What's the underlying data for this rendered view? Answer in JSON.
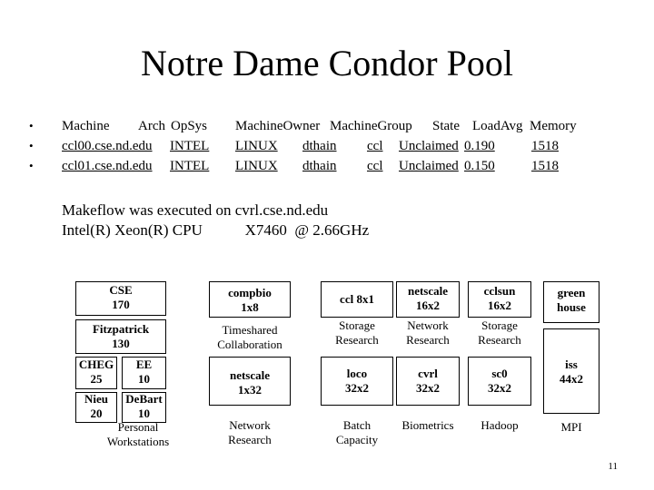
{
  "title": "Notre Dame Condor Pool",
  "bullet_char": "•",
  "table": {
    "headers": {
      "machine": "Machine",
      "arch": "Arch",
      "opsys": "OpSys",
      "machine_owner": "MachineOwner",
      "machine_group": "MachineGroup",
      "state": "State",
      "load_avg": "LoadAvg",
      "memory": "Memory"
    },
    "rows": [
      {
        "machine": "ccl00.cse.nd.edu",
        "arch": "INTEL",
        "opsys": "LINUX",
        "owner": "dthain",
        "group": "ccl",
        "state": "Unclaimed",
        "load": "0.190",
        "memory": "1518"
      },
      {
        "machine": "ccl01.cse.nd.edu",
        "arch": "INTEL",
        "opsys": "LINUX",
        "owner": "dthain",
        "group": "ccl",
        "state": "Unclaimed",
        "load": "0.150",
        "memory": "1518"
      }
    ]
  },
  "makeflow_line1": "Makeflow was executed on cvrl.cse.nd.edu",
  "makeflow_line2": "Intel(R) Xeon(R) CPU           X7460  @ 2.66GHz",
  "workstations": {
    "cse": "CSE\n170",
    "fitzpatrick": "Fitzpatrick\n130",
    "cheg": "CHEG\n25",
    "ee": "EE\n10",
    "nieu": "Nieu\n20",
    "debart": "DeBart\n10",
    "caption": "Personal\nWorkstations"
  },
  "clusters": {
    "compbio": "compbio\n1x8",
    "timeshared": "Timeshared\nCollaboration",
    "netscale_1x32": "netscale\n1x32",
    "network_research_1": "Network\nResearch",
    "ccl8x1": "ccl 8x1",
    "storage_research_1": "Storage\nResearch",
    "loco": "loco\n32x2",
    "batch_capacity": "Batch\nCapacity",
    "netscale_16x2": "netscale\n16x2",
    "network_research_2": "Network\nResearch",
    "cvrl": "cvrl\n32x2",
    "biometrics": "Biometrics",
    "cclsun": "cclsun\n16x2",
    "storage_research_2": "Storage\nResearch",
    "sc0": "sc0\n32x2",
    "hadoop": "Hadoop",
    "green_house": "green\nhouse",
    "iss": "iss\n44x2",
    "mpi": "MPI"
  },
  "page_number": "11"
}
